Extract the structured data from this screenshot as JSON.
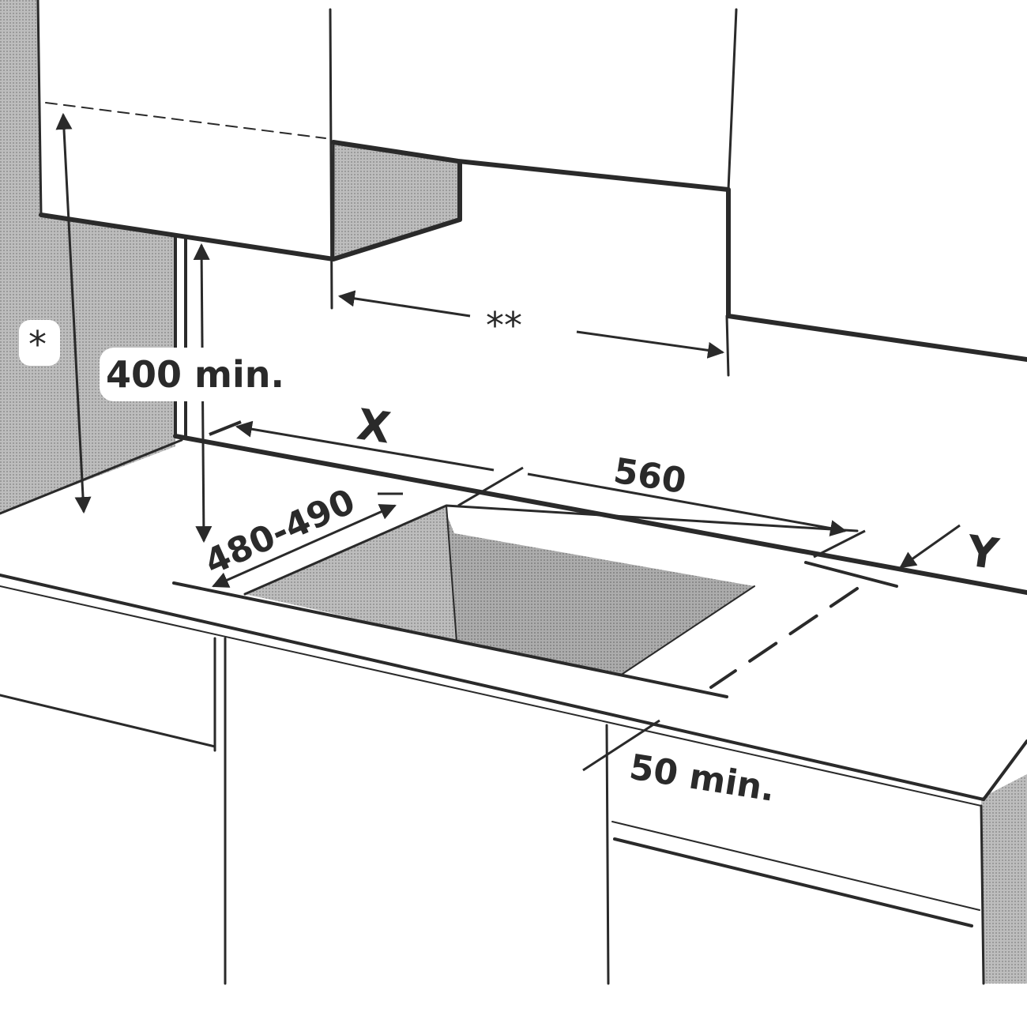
{
  "figure": {
    "labels": {
      "single_star": "*",
      "double_star": "**",
      "hood_clearance": "400 min.",
      "width_label": "X",
      "cutout_width": "560",
      "cutout_depth": "480-490",
      "side_label": "Y",
      "front_margin": "50 min."
    },
    "colors": {
      "line": "#2a2a2a",
      "wall_shade": "#b9b9b9",
      "cutout_shade": "#a9a9a9",
      "label_background": "#ffffff"
    }
  }
}
